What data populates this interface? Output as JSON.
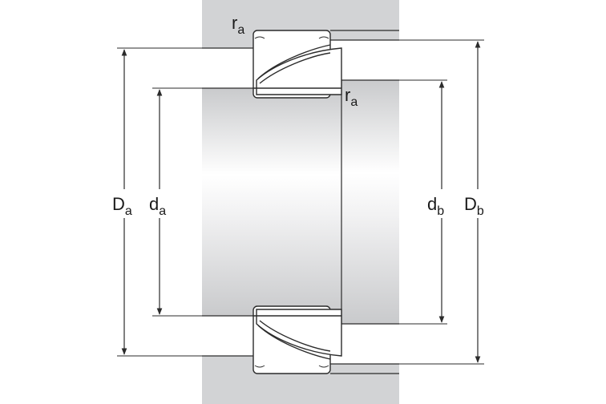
{
  "labels": {
    "ra_top": {
      "main": "r",
      "sub": "a"
    },
    "ra_mid": {
      "main": "r",
      "sub": "a"
    },
    "Da": {
      "main": "D",
      "sub": "a"
    },
    "da": {
      "main": "d",
      "sub": "a"
    },
    "db": {
      "main": "d",
      "sub": "b"
    },
    "Db": {
      "main": "D",
      "sub": "b"
    }
  },
  "colors": {
    "housing": "#d2d3d5",
    "shaft_light": "#ffffff",
    "shaft_dark": "#c9cacc",
    "line": "#2b2b2b",
    "background": "#ffffff"
  }
}
